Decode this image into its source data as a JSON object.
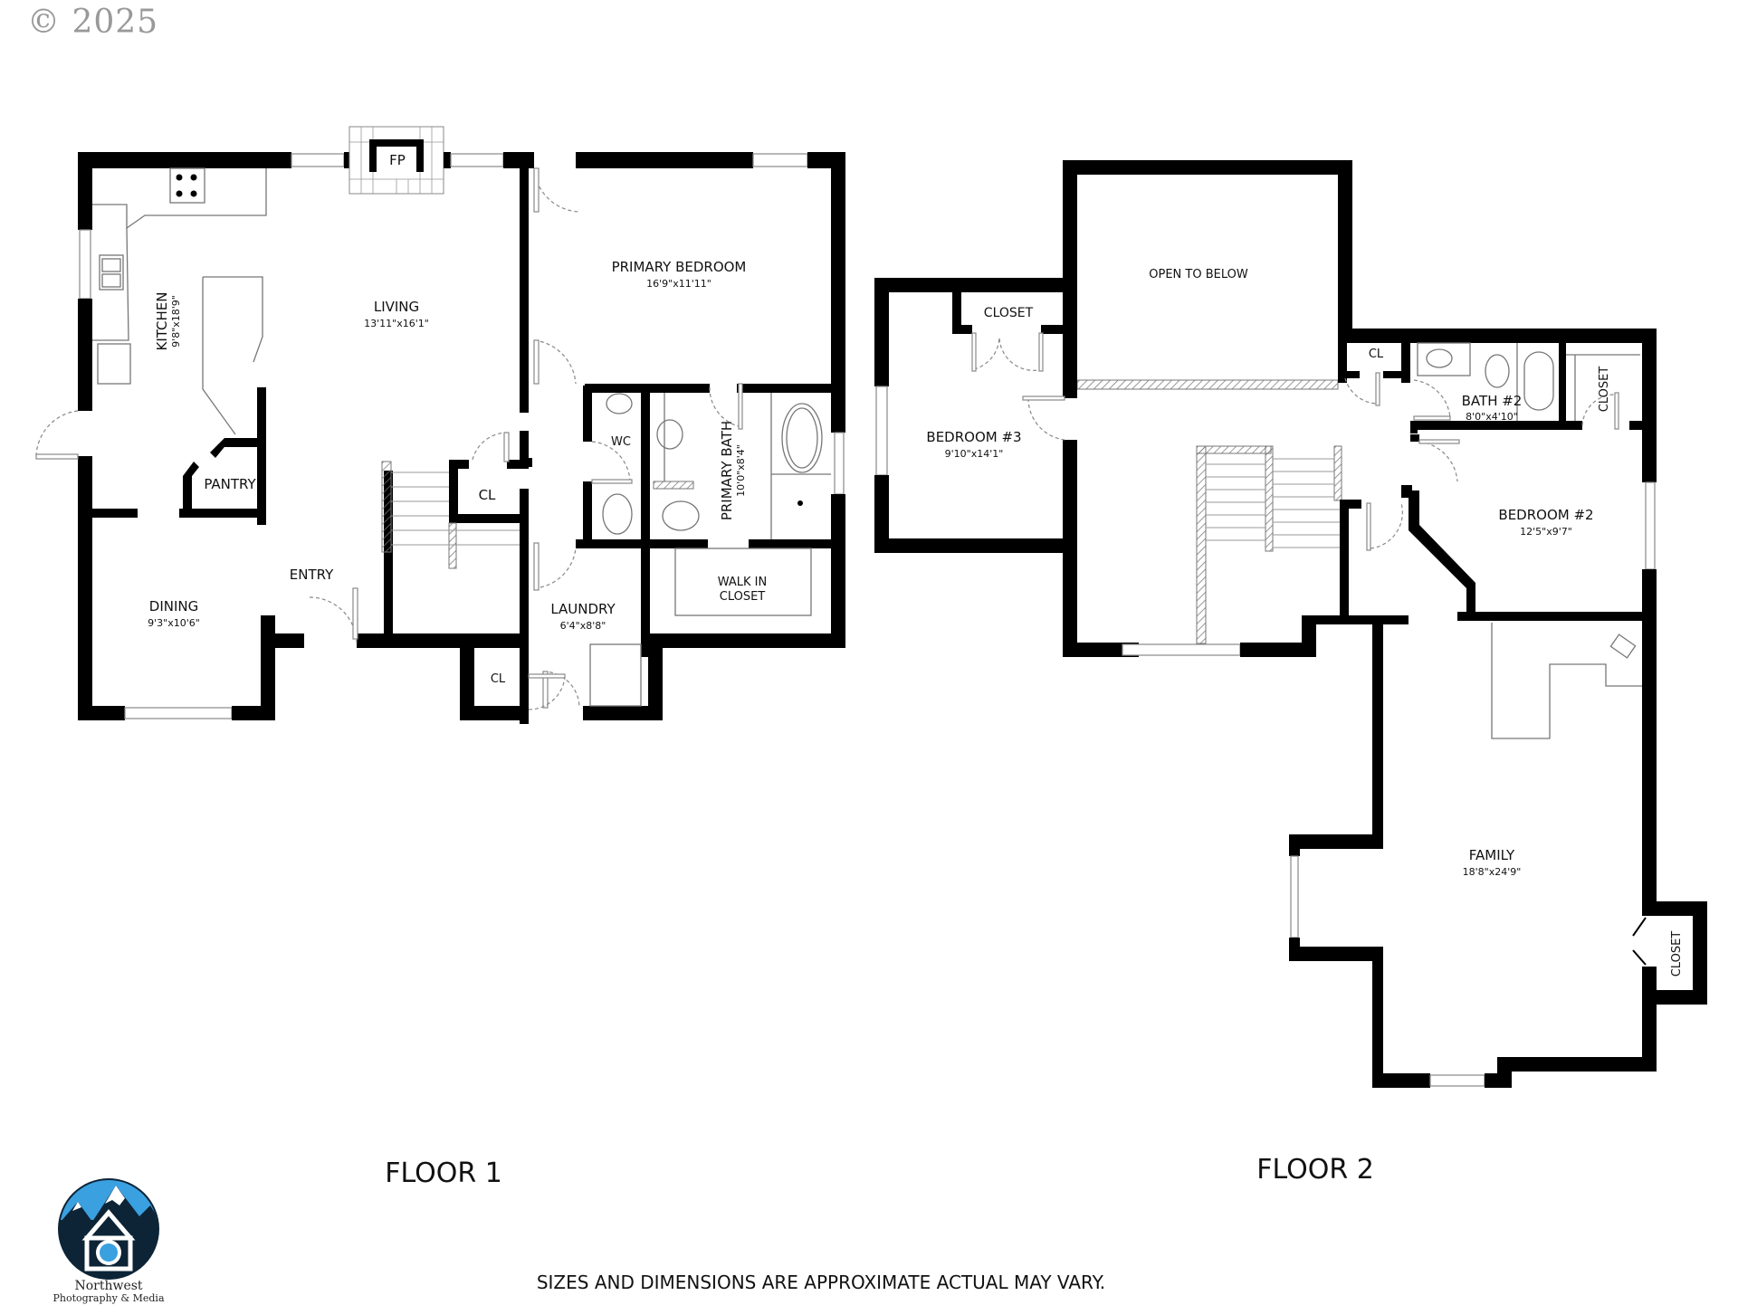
{
  "copyright": "© 2025",
  "floors": [
    {
      "label": "FLOOR 1",
      "rooms": [
        {
          "name": "KITCHEN",
          "dims": "9'8\"x18'9\""
        },
        {
          "name": "LIVING",
          "dims": "13'11\"x16'1\""
        },
        {
          "name": "PRIMARY BEDROOM",
          "dims": "16'9\"x11'11\""
        },
        {
          "name": "PANTRY",
          "dims": ""
        },
        {
          "name": "CL",
          "dims": ""
        },
        {
          "name": "WC",
          "dims": ""
        },
        {
          "name": "PRIMARY BATH",
          "dims": "10'0\"x8'4\""
        },
        {
          "name": "DINING",
          "dims": "9'3\"x10'6\""
        },
        {
          "name": "ENTRY",
          "dims": ""
        },
        {
          "name": "LAUNDRY",
          "dims": "6'4\"x8'8\""
        },
        {
          "name": "WALK IN",
          "dims": "CLOSET"
        },
        {
          "name": "CL",
          "dims": ""
        },
        {
          "name": "FP",
          "dims": ""
        }
      ]
    },
    {
      "label": "FLOOR 2",
      "rooms": [
        {
          "name": "OPEN TO BELOW",
          "dims": ""
        },
        {
          "name": "CLOSET",
          "dims": ""
        },
        {
          "name": "BEDROOM #3",
          "dims": "9'10\"x14'1\""
        },
        {
          "name": "CL",
          "dims": ""
        },
        {
          "name": "BATH #2",
          "dims": "8'0\"x4'10\""
        },
        {
          "name": "CLOSET",
          "dims": ""
        },
        {
          "name": "BEDROOM #2",
          "dims": "12'5\"x9'7\""
        },
        {
          "name": "FAMILY",
          "dims": "18'8\"x24'9\""
        },
        {
          "name": "CLOSET",
          "dims": ""
        }
      ]
    }
  ],
  "logo": {
    "name": "Northwest",
    "sub": "Photography & Media"
  },
  "disclaimer": "SIZES AND DIMENSIONS ARE APPROXIMATE ACTUAL MAY VARY.",
  "colors": {
    "wall": "#000000",
    "logo_sky": "#3aa0e0",
    "logo_dark": "#0d2436"
  }
}
